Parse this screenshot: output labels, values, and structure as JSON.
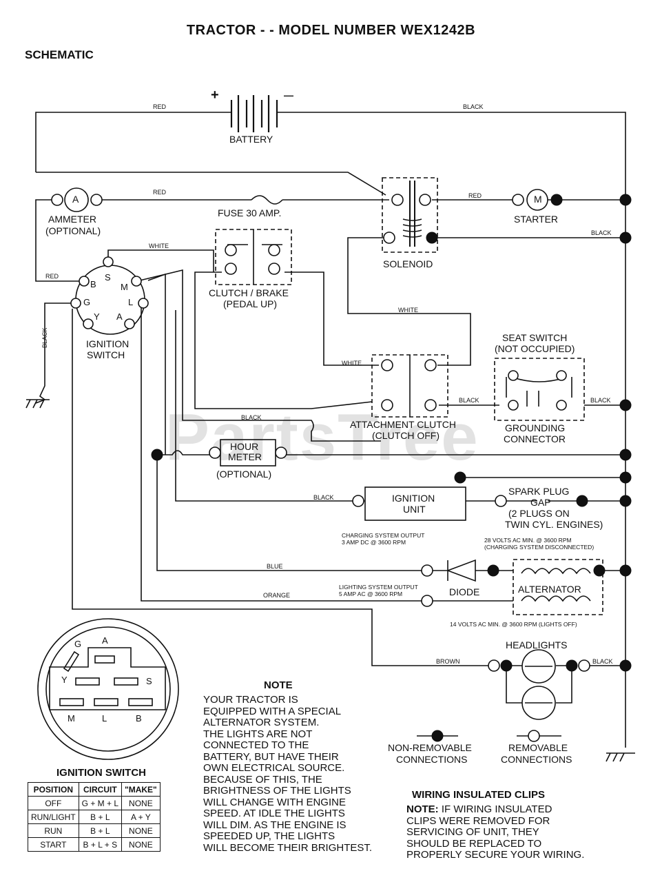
{
  "title": "TRACTOR - - MODEL NUMBER WEX1242B",
  "subtitle": "SCHEMATIC",
  "components": {
    "battery": "BATTERY",
    "battery_pos": "+",
    "battery_neg": "—",
    "ammeter_line1": "AMMETER",
    "ammeter_line2": "(OPTIONAL)",
    "ammeter_symbol": "A",
    "fuse": "FUSE 30 AMP.",
    "starter": "STARTER",
    "starter_symbol": "M",
    "solenoid": "SOLENOID",
    "clutch_brake_line1": "CLUTCH / BRAKE",
    "clutch_brake_line2": "(PEDAL UP)",
    "ignition_switch_line1": "IGNITION",
    "ignition_switch_line2": "SWITCH",
    "seat_switch_line1": "SEAT SWITCH",
    "seat_switch_line2": "(NOT OCCUPIED)",
    "grounding_line1": "GROUNDING",
    "grounding_line2": "CONNECTOR",
    "attachment_clutch_line1": "ATTACHMENT CLUTCH",
    "attachment_clutch_line2": "(CLUTCH OFF)",
    "hour_meter_line1": "HOUR",
    "hour_meter_line2": "METER",
    "hour_meter_optional": "(OPTIONAL)",
    "ignition_unit_line1": "IGNITION",
    "ignition_unit_line2": "UNIT",
    "spark_plug_line1": "SPARK PLUG",
    "spark_plug_line2": "GAP",
    "spark_plug_line3": "(2 PLUGS ON",
    "spark_plug_line4": "TWIN CYL. ENGINES)",
    "diode": "DIODE",
    "alternator": "ALTERNATOR",
    "headlights": "HEADLIGHTS",
    "non_removable_line1": "NON-REMOVABLE",
    "non_removable_line2": "CONNECTIONS",
    "removable_line1": "REMOVABLE",
    "removable_line2": "CONNECTIONS"
  },
  "ignition_pins": {
    "B": "B",
    "S": "S",
    "M": "M",
    "G": "G",
    "L": "L",
    "Y": "Y",
    "A": "A"
  },
  "wires": {
    "red": "RED",
    "black": "BLACK",
    "white": "WHITE",
    "blue": "BLUE",
    "orange": "ORANGE",
    "brown": "BROWN"
  },
  "annotations": {
    "charging_line1": "CHARGING SYSTEM OUTPUT",
    "charging_line2": "3 AMP DC @ 3600 RPM",
    "volts28_line1": "28 VOLTS AC MIN. @ 3600 RPM",
    "volts28_line2": "(CHARGING SYSTEM DISCONNECTED)",
    "lighting_line1": "LIGHTING SYSTEM OUTPUT",
    "lighting_line2": "5 AMP AC @ 3600 RPM",
    "volts14": "14 VOLTS AC MIN. @ 3600 RPM (LIGHTS OFF)"
  },
  "watermark": "PartsTree",
  "note": {
    "title": "NOTE",
    "lines": [
      "YOUR TRACTOR IS",
      "EQUIPPED WITH A SPECIAL",
      "ALTERNATOR SYSTEM.",
      "THE LIGHTS ARE NOT",
      "CONNECTED TO THE",
      "BATTERY, BUT HAVE THEIR",
      "OWN ELECTRICAL SOURCE.",
      "BECAUSE OF THIS, THE",
      "BRIGHTNESS OF THE LIGHTS",
      "WILL CHANGE WITH ENGINE",
      "SPEED.  AT IDLE THE LIGHTS",
      "WILL DIM.  AS THE ENGINE IS",
      "SPEEDED UP, THE LIGHTS",
      "WILL BECOME THEIR BRIGHTEST."
    ]
  },
  "wiring_clips": {
    "title": "WIRING INSULATED CLIPS",
    "note_label": "NOTE:",
    "lines": [
      " IF WIRING INSULATED",
      "CLIPS WERE REMOVED FOR",
      "SERVICING OF UNIT, THEY",
      "SHOULD BE REPLACED TO",
      "PROPERLY SECURE YOUR WIRING."
    ]
  },
  "ignition_table": {
    "title": "IGNITION SWITCH",
    "headers": [
      "POSITION",
      "CIRCUIT",
      "\"MAKE\""
    ],
    "rows": [
      [
        "OFF",
        "G + M + L",
        "NONE"
      ],
      [
        "RUN/LIGHT",
        "B + L",
        "A + Y"
      ],
      [
        "RUN",
        "B + L",
        "NONE"
      ],
      [
        "START",
        "B + L + S",
        "NONE"
      ]
    ]
  }
}
